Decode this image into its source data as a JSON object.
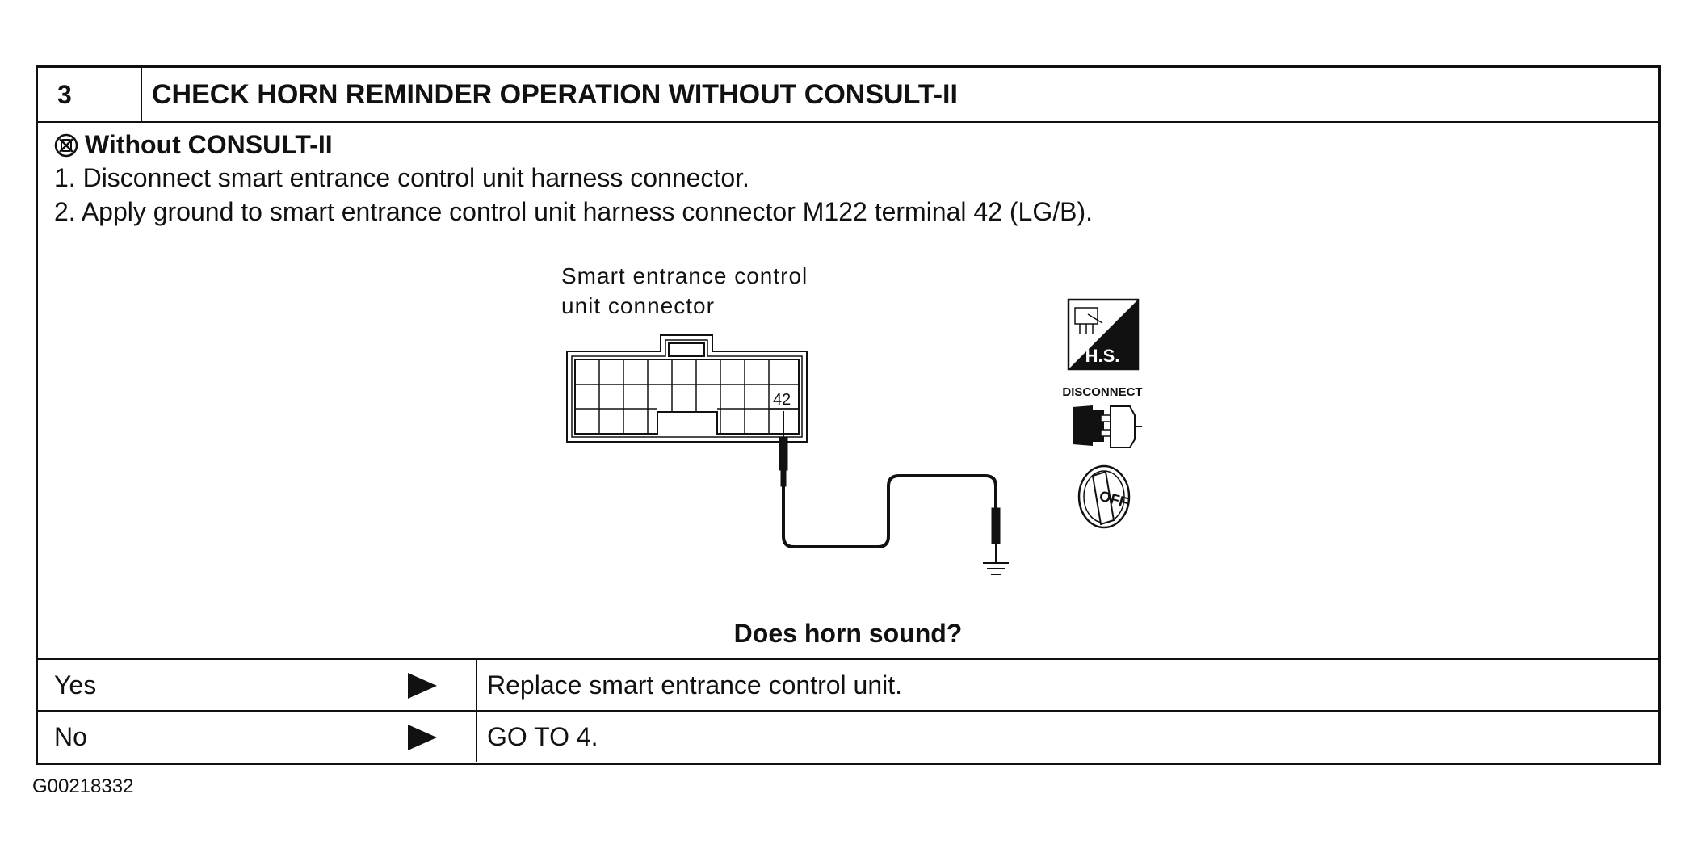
{
  "step": {
    "number": "3",
    "title": "CHECK HORN REMINDER OPERATION WITHOUT CONSULT-II"
  },
  "condition": "Without CONSULT-II",
  "instructions": [
    "1.  Disconnect smart entrance control unit harness connector.",
    "2.  Apply ground to smart entrance control unit harness connector M122 terminal 42 (LG/B)."
  ],
  "diagram": {
    "connector_label_line1": "Smart entrance control",
    "connector_label_line2": "unit connector",
    "terminal_number": "42",
    "hs_symbol_text": "H.S.",
    "disconnect_symbol_text": "DISCONNECT",
    "ignition_symbol_text": "OFF"
  },
  "question": "Does horn sound?",
  "answers": [
    {
      "answer": "Yes",
      "action": "Replace smart entrance control unit."
    },
    {
      "answer": "No",
      "action": "GO TO 4."
    }
  ],
  "figure_id": "G00218332"
}
